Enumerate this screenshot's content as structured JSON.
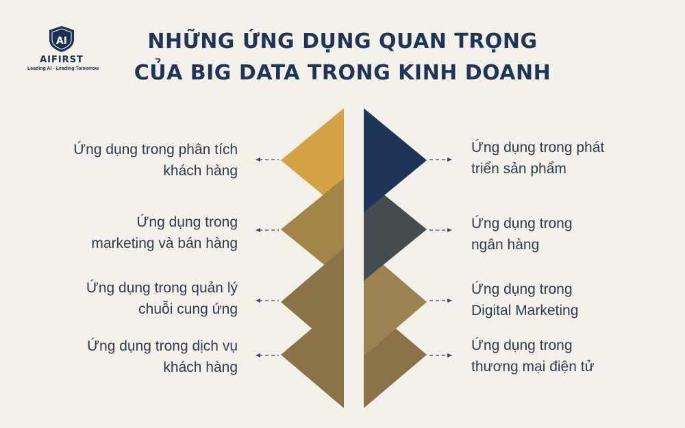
{
  "logo": {
    "mark": "AI",
    "name": "AIFIRST",
    "tagline": "Leading AI - Leading Tomorrow"
  },
  "title": {
    "line1": "NHỮNG ỨNG DỤNG QUAN TRỌNG",
    "line2": "CỦA BIG DATA TRONG KINH DOANH"
  },
  "left_items": [
    {
      "label": "Ứng dụng trong phân tích\nkhách hàng",
      "color": "#d4a145"
    },
    {
      "label": "Ứng dụng trong\nmarketing và bán hàng",
      "color": "#a28447"
    },
    {
      "label": "Ứng dụng trong quản lý\nchuỗi cung ứng",
      "color": "#8a7349"
    },
    {
      "label": "Ứng dụng trong dịch vụ\nkhách hàng",
      "color": "#8a7349"
    }
  ],
  "right_items": [
    {
      "label": "Ứng dụng trong phát\ntriển sản phẩm",
      "color": "#1d3557"
    },
    {
      "label": "Ứng dụng trong\nngân hàng",
      "color": "#454c4f"
    },
    {
      "label": "Ứng dụng trong\nDigital Marketing",
      "color": "#9c8250"
    },
    {
      "label": "Ứng dụng trong\nthương mại điện tử",
      "color": "#8a7349"
    }
  ],
  "colors": {
    "background": "#f3f0ea",
    "title": "#1f3558",
    "text": "#2c3b52",
    "arrow": "#3b3f6b"
  }
}
